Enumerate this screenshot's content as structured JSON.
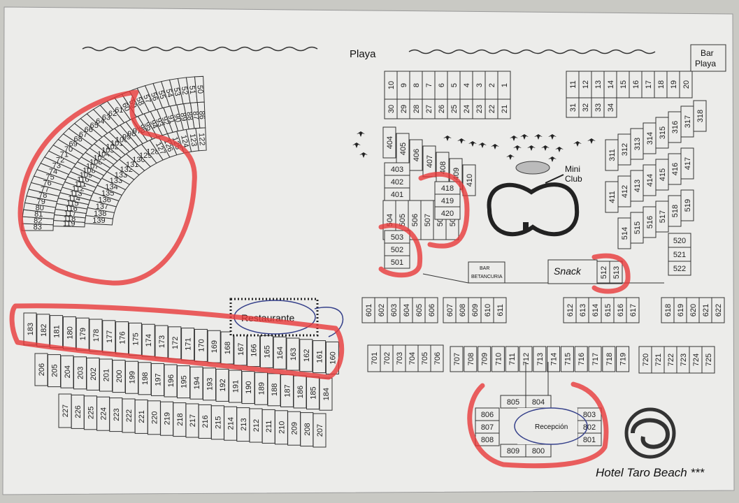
{
  "labels": {
    "beach": "Playa",
    "beach_bar": [
      "Bar",
      "Playa"
    ],
    "mini_club": [
      "Mini",
      "Club"
    ],
    "bar": [
      "BAR",
      "BETANCURIA"
    ],
    "snack": "Snack",
    "restaurant": "Restaurante",
    "reception": "Recepción",
    "hotel": "Hotel Taro Beach ***"
  },
  "colors": {
    "paper": "#ececea",
    "ink": "#222222",
    "marker": "#e83a3a"
  },
  "rooms": {
    "fan_outer": [
      83,
      82,
      81,
      80,
      79,
      78,
      77,
      76,
      75,
      74,
      73,
      72,
      71,
      70,
      69,
      68,
      67,
      66,
      65,
      64,
      63,
      62,
      61,
      60,
      59,
      58,
      57,
      56,
      55,
      54,
      53,
      52,
      51,
      50
    ],
    "fan_middle": [
      119,
      118,
      117,
      116,
      115,
      114,
      113,
      112,
      111,
      110,
      109,
      108,
      107,
      106,
      105,
      104,
      103,
      102,
      101,
      100,
      99,
      98,
      97,
      96,
      95,
      94,
      93,
      92,
      91,
      90,
      89,
      88,
      87,
      86
    ],
    "fan_inner": [
      139,
      138,
      137,
      136,
      135,
      134,
      133,
      133,
      132,
      131,
      130,
      129,
      128,
      127,
      126,
      125,
      124,
      123,
      122
    ],
    "block_1_30": [
      [
        10,
        9,
        8,
        7,
        6,
        5,
        4,
        3,
        2,
        1
      ],
      [
        30,
        29,
        28,
        27,
        26,
        25,
        24,
        23,
        22,
        21
      ]
    ],
    "block_11_34": [
      [
        11,
        12,
        13,
        14,
        15,
        16,
        17,
        18,
        19,
        20
      ],
      [
        31,
        32,
        33,
        34
      ]
    ],
    "diag_404": [
      404,
      405,
      406,
      407,
      408,
      409,
      410
    ],
    "col_403": [
      403,
      402,
      401
    ],
    "row_504": [
      504,
      505,
      506,
      507,
      508,
      509
    ],
    "col_418": [
      418,
      419,
      420
    ],
    "col_503": [
      503,
      502,
      501
    ],
    "right_311": [
      311,
      312,
      313,
      314,
      315,
      316,
      317,
      318
    ],
    "right_411": [
      411,
      412,
      413,
      414,
      415,
      416,
      417
    ],
    "right_514": [
      514,
      515,
      516,
      517,
      518,
      519
    ],
    "col_520": [
      520,
      521,
      522
    ],
    "snack_rooms": [
      512,
      513
    ],
    "row_601": [
      601,
      602,
      603,
      604,
      605,
      606
    ],
    "row_607": [
      607,
      608,
      609,
      610,
      611
    ],
    "row_612": [
      612,
      613,
      614,
      615,
      616,
      617
    ],
    "row_618": [
      618,
      619,
      620,
      621,
      622
    ],
    "row_701": [
      701,
      702,
      703,
      704,
      705,
      706
    ],
    "row_707": [
      707,
      708,
      709,
      710,
      711,
      712,
      713,
      714,
      715,
      716,
      717,
      718,
      719
    ],
    "row_720": [
      720,
      721,
      722,
      723,
      724,
      725
    ],
    "row_160": [
      183,
      182,
      181,
      180,
      179,
      178,
      177,
      176,
      175,
      174,
      173,
      172,
      171,
      170,
      169,
      168,
      167,
      166,
      165,
      164,
      163,
      162,
      161,
      160
    ],
    "row_184": [
      206,
      205,
      204,
      203,
      202,
      201,
      200,
      199,
      198,
      197,
      196,
      195,
      194,
      193,
      192,
      191,
      190,
      189,
      188,
      187,
      186,
      185,
      184
    ],
    "row_207": [
      227,
      226,
      225,
      224,
      223,
      222,
      221,
      220,
      219,
      218,
      217,
      216,
      215,
      214,
      213,
      212,
      211,
      210,
      209,
      208,
      207
    ],
    "recep_left": [
      806,
      807,
      808
    ],
    "recep_right": [
      803,
      802,
      801
    ],
    "recep_top": [
      805,
      804
    ],
    "recep_bottom": [
      809,
      800
    ]
  }
}
